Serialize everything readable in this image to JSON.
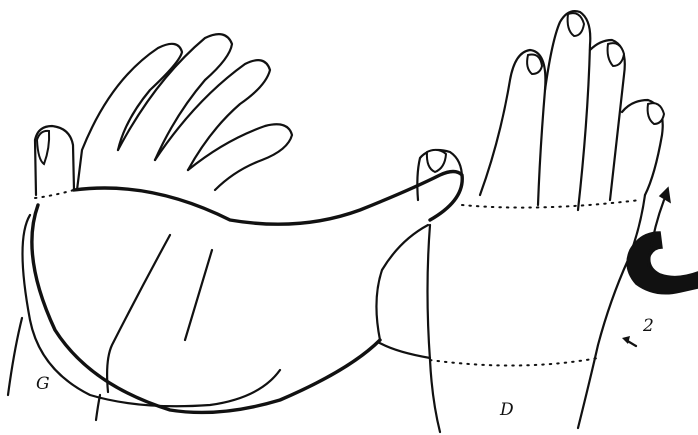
{
  "labels": {
    "left_hand": "G",
    "right_hand": "D",
    "step": "2"
  },
  "icons": {
    "rotation_arrow": "curved-rotation-arrow-icon",
    "pointer_arrow": "small-pointer-arrow-icon"
  },
  "colors": {
    "ink": "#111111",
    "paper": "#ffffff"
  }
}
